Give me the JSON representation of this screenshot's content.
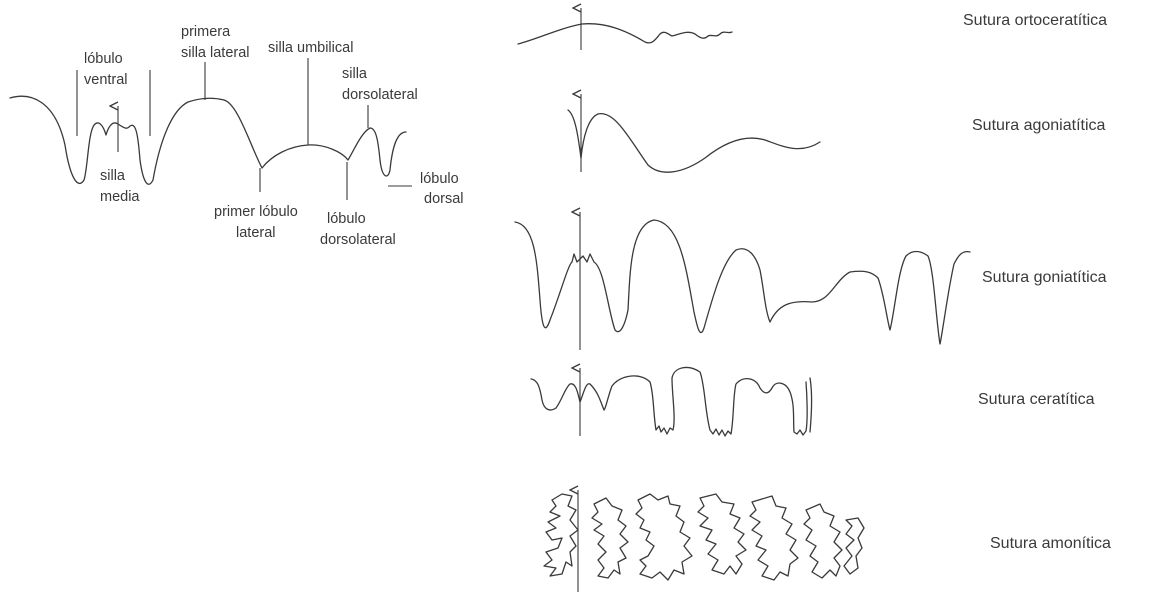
{
  "anatomy_labels": {
    "lobulo_ventral": [
      "lóbulo",
      "ventral"
    ],
    "primera_silla_lateral": [
      "primera",
      "silla lateral"
    ],
    "silla_umbilical": "silla umbilical",
    "silla_dorsolateral": [
      "silla",
      "dorsolateral"
    ],
    "silla_media": [
      "silla",
      "media"
    ],
    "primer_lobulo_lateral": [
      "primer lóbulo",
      "lateral"
    ],
    "lobulo_dorsolateral": [
      "lóbulo",
      "dorsolateral"
    ],
    "lobulo_dorsal": [
      "lóbulo",
      "dorsal"
    ]
  },
  "suture_types": [
    {
      "name": "Sutura ortoceratítica",
      "icon": "suture-line-gentle-icon"
    },
    {
      "name": "Sutura agoniatítica",
      "icon": "suture-line-wavy-icon"
    },
    {
      "name": "Sutura goniatítica",
      "icon": "suture-line-angular-icon"
    },
    {
      "name": "Sutura ceratítica",
      "icon": "suture-line-serrated-icon"
    },
    {
      "name": "Sutura amonítica",
      "icon": "suture-line-complex-icon"
    }
  ],
  "colors": {
    "ink": "#3a3a3a",
    "background": "#ffffff"
  }
}
